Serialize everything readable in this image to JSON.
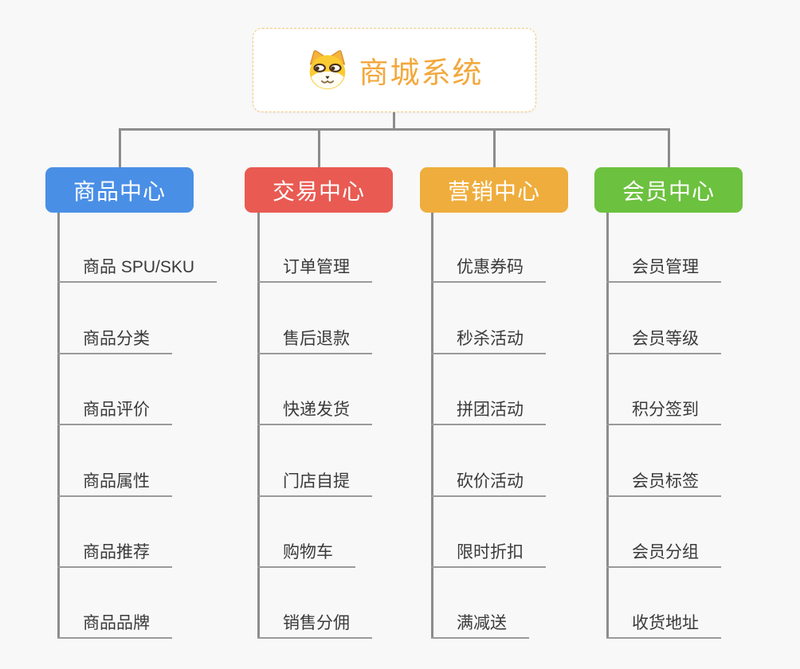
{
  "root": {
    "title": "商城系统",
    "icon": "dog-icon"
  },
  "columns": [
    {
      "label": "商品中心",
      "color": "#4A8FE6",
      "items": [
        "商品 SPU/SKU",
        "商品分类",
        "商品评价",
        "商品属性",
        "商品推荐",
        "商品品牌"
      ]
    },
    {
      "label": "交易中心",
      "color": "#E95A52",
      "items": [
        "订单管理",
        "售后退款",
        "快递发货",
        "门店自提",
        "购物车",
        "销售分佣"
      ]
    },
    {
      "label": "营销中心",
      "color": "#EFAD3D",
      "items": [
        "优惠券码",
        "秒杀活动",
        "拼团活动",
        "砍价活动",
        "限时折扣",
        "满减送"
      ]
    },
    {
      "label": "会员中心",
      "color": "#6CC13F",
      "items": [
        "会员管理",
        "会员等级",
        "积分签到",
        "会员标签",
        "会员分组",
        "收货地址"
      ]
    }
  ],
  "colors": {
    "background": "#F8F8F8",
    "line": "#8C8C8C",
    "underline": "#9A9A9A",
    "root_text": "#F2A83C",
    "root_border": "#F3C87D",
    "item_text": "#3A3A3A",
    "node_text": "#FFFFFF"
  }
}
